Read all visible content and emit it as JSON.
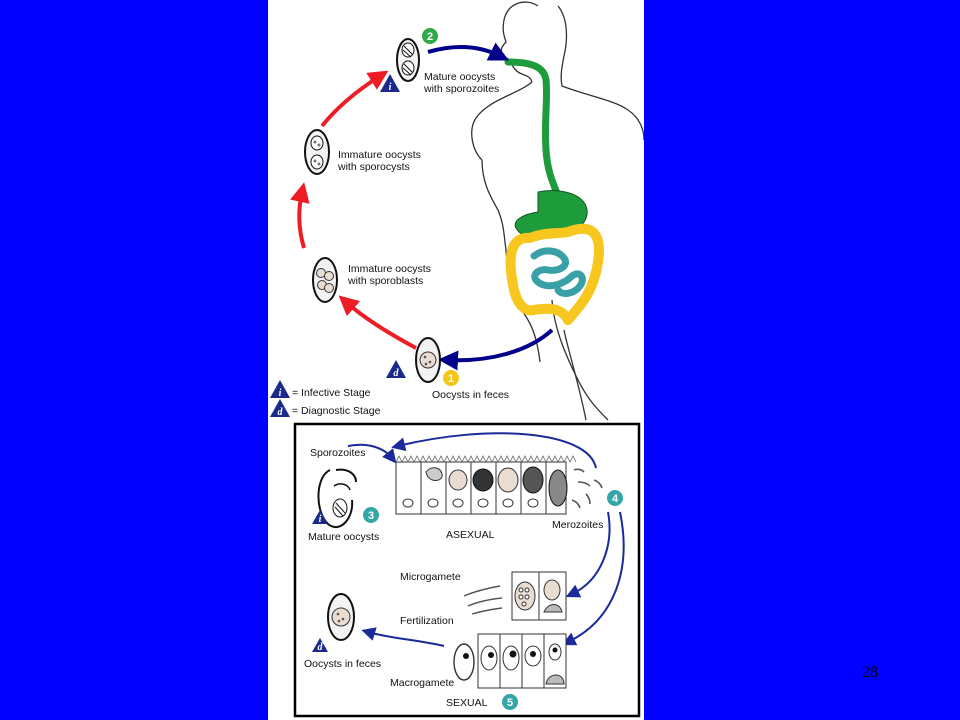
{
  "slide_number": "28",
  "colors": {
    "background": "#0000ff",
    "panel": "#ffffff",
    "arrow_red": "#ee1c25",
    "arrow_blue": "#00008b",
    "stomach_green": "#1e9b3a",
    "intestine_teal": "#3aa0a8",
    "colon_yellow": "#f7c71f",
    "badge_green": "#2eaa4a",
    "badge_yellow": "#f5c518",
    "badge_teal": "#35a6a8",
    "triangle_navy": "#1b2a8a"
  },
  "steps": {
    "s1": "1",
    "s2": "2",
    "s3": "3",
    "s4": "4",
    "s5": "5"
  },
  "top": {
    "mature_oocysts": [
      "Mature oocysts",
      "with sporozoites"
    ],
    "immature_sporocysts": [
      "Immature oocysts",
      "with sporocysts"
    ],
    "immature_sporoblasts": [
      "Immature oocysts",
      "with sporoblasts"
    ],
    "oocysts_in_feces": "Oocysts in feces",
    "legend_infective": "= Infective Stage",
    "legend_diagnostic": "= Diagnostic Stage",
    "infective_mark": "i",
    "diagnostic_mark": "d"
  },
  "bottom": {
    "sporozoites": "Sporozoites",
    "mature_oocysts": "Mature oocysts",
    "asexual": "ASEXUAL",
    "merozoites": "Merozoites",
    "microgamete": "Microgamete",
    "fertilization": "Fertilization",
    "oocysts_in_feces": "Oocysts in feces",
    "macrogamete": "Macrogamete",
    "sexual": "SEXUAL"
  }
}
